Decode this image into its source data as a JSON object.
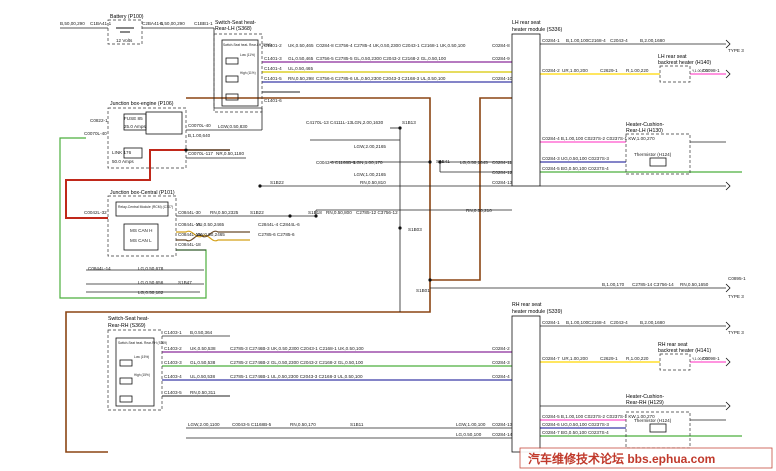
{
  "colors": {
    "brown": "#8b4513",
    "green": "#4caf3e",
    "red": "#c0281a",
    "blue": "#3a3aa8",
    "purple": "#8a2a9a",
    "yellow": "#ffd800",
    "pink": "#ff55cc",
    "black": "#222222"
  },
  "battery": {
    "title": "Battery (P100)",
    "sub": "12 Volts",
    "left": "B,50,00,290",
    "c1": "C1BA41-1",
    "c2": "C2BA41-1",
    "c3": "C1BB1-1",
    "right": "B,50,00,290"
  },
  "sw_lh": {
    "title": "Switch-Seat heat-",
    "title2": "Rear-LH (S368)",
    "inner": "Switch-Seat heat- Rear-LH (S368)",
    "low": "Low (11%)",
    "high": "High (11%)",
    "conns": [
      "C1401-2",
      "C1401-3",
      "C1401-4",
      "C1401-5",
      "C1401-6"
    ],
    "wires": [
      "UK,0.50,465",
      "GL,0.50,465",
      "UL,0.50,465",
      "RN,0.50,298",
      "LGW,0.50,830"
    ]
  },
  "jbe": {
    "title": "Junction box-engine (P106)",
    "fuse": "FUSE 85",
    "amp": "25.0 Amps",
    "link": "LINK 176",
    "amp2": "50.0 Amps",
    "c_in": "C0822-1",
    "c_out": "C0070L-40",
    "w_out": "B,1.00,640",
    "w_green": "C0070L-40",
    "w_red": "C0070L-117",
    "w_red_label": "NR,0.50,1180"
  },
  "jbc": {
    "title": "Junction box-Central (P101)",
    "relay": "Relay-Central Module (RCM) (C307)",
    "can_h": "MS CAN H",
    "can_l": "MS CAN L",
    "c_left": "C0042L-32",
    "c1": "C0844L-18",
    "c2": "C0844L-19",
    "c3": "C0844L-14",
    "c4": "C0844L-18",
    "w1": "YU,0.50,2465",
    "w2": "YW,0.50,2465",
    "w3": "LG,0.50,678",
    "w4": "LG,0.50,656",
    "w5": "LG,0.50,182",
    "c_top": "C0844L-30",
    "w_top": "RN,0.50,2325"
  },
  "mid": {
    "s1": "S1B22",
    "s2": "S1B22",
    "s3": "S1B18",
    "s4": "S1B13",
    "s5": "S1B03",
    "s6": "S1B01",
    "s7": "S1B47",
    "s8": "S1B41",
    "l1": "C4170L-13 C4111L-13",
    "l2": "LGN,2.00,1630",
    "l3": "LGW,2.00,2165",
    "l4": "C0043-6 C1168B-6",
    "l5": "LGN,1.00,170",
    "l6": "LGW,1.00,2165",
    "l7": "LG,0.50,1645",
    "l8": "RN,0.50,810",
    "l9": "RN,0.50,800",
    "l10": "C2785-12 C3756-12",
    "l11": "RN,0.50,210",
    "l12": "C2844L-4 C2844L-6",
    "l13": "C2785-6 C2785-6"
  },
  "lh_module": {
    "title": "LH rear seat",
    "title2": "heater module (S336)",
    "conns": [
      "C0284-8",
      "C0284-9",
      "C0284-10",
      "C0284-11",
      "C0284-12",
      "C0284-13"
    ]
  },
  "lh_rows": [
    "C0284-8 C3756-4 C2785-4 UK,0.50,2300 C2043-1 C2168-1 UK,0.50,100",
    "C3756-5 C2785-5 GL,0.50,2300 C2043-2 C2168-2 GL,0.50,100",
    "C3756-6 C2785-6 UL,0.50,2300 C2043-3 C2168-3 UL,0.50,100"
  ],
  "lh_backrest": {
    "title": "LH rear seat",
    "title2": "backrest heater (H140)",
    "c1": "C0284-1",
    "w1": "B,1.00,100",
    "c2": "C2168-4",
    "c3": "C2043-4",
    "w2": "B,2.00,1680",
    "c4": "C0284-2",
    "w3": "UR,1.00,200",
    "c5": "C2629-1",
    "w4": "R,1.00,220",
    "c6": "C0098-1",
    "w5": "Y,1.00,270",
    "type": "TYPE 3"
  },
  "lh_cushion": {
    "title": "Heater-Cushion-",
    "title2": "Rear-LH (H130)",
    "thermistor": "Thermistor (H124)",
    "rows": [
      "C0284-4 B,1.00,100 C0237S-2 C0237S-1 KW,1.00,270",
      "C0284-3 UG,0.50,100 C0237S-3",
      "C0284-5 BG,0.50,100 C0237S-4"
    ]
  },
  "rh_module": {
    "title": "RH rear seat",
    "title2": "heater module (S339)",
    "conns": [
      "C0284-2",
      "C0284-3",
      "C0284-4"
    ]
  },
  "sw_rh": {
    "title": "Switch-Seat heat-",
    "title2": "Rear-RH (S369)",
    "inner": "Switch-Seat heat- Rear-RH (S369)",
    "low": "Low (15%)",
    "high": "High (15%)",
    "conns": [
      "C1403-1",
      "C1403-2",
      "C1403-3",
      "C1403-4",
      "C1403-5"
    ],
    "wires": [
      "B,0.50,364",
      "UK,0.50,538",
      "GL,0.50,538",
      "UL,0.50,538",
      "RN,0.50,311"
    ]
  },
  "rh_rows": [
    "C2785-3 C2746B-3 UK,0.50,2300 C2043-1 C2168-1 UK,0.50,100",
    "C2785-2 C2746B-2 GL,0.50,2300 C2043-2 C2168-2 GL,0.50,100",
    "C2785-1 C2746B-1 UL,0.50,2300 C2043-3 C2168-3 UL,0.50,100"
  ],
  "rh_backrest": {
    "title": "RH rear seat",
    "title2": "backrest heater (H141)",
    "c1": "C0284-1",
    "w1": "B,1.00,100",
    "c2": "C2168-4",
    "c3": "C2043-4",
    "w2": "B,2.00,1680",
    "c4": "C0284-7",
    "w3": "UR,1.00,200",
    "c5": "C2629-1",
    "w4": "R,1.00,220",
    "c6": "C0098-1",
    "w5": "Y,1.00,270",
    "type": "TYPE 3"
  },
  "rh_cushion": {
    "title": "Heater-Cushion-",
    "title2": "Rear-RH (H129)",
    "thermistor": "Thermistor (H124)",
    "rows": [
      "C0284-5 B,1.00,100 C0237S-2 C0237S-1 KW,1.00,270",
      "C0284-6 UG,0.50,100 C0237S-3",
      "C0284-7 BG,0.50,100 C0237S-4"
    ]
  },
  "bottom": {
    "b1": "LGW,2.00,1100",
    "b2": "C0043-5 C1168B-5",
    "b3": "RN,0.50,170",
    "b4": "S1B11",
    "b5": "LGW,1.00,100",
    "b6": "C0284-13",
    "b7": "LG,0.50,100",
    "b8": "C0284-14",
    "b9": "B,1.00,170",
    "b10": "C2785-14 C3756-14",
    "b11": "RN,0.50,1650",
    "b12": "C0895-1",
    "type": "TYPE 3"
  },
  "watermark": "汽车维修技术论坛 bbs.ephua.com"
}
